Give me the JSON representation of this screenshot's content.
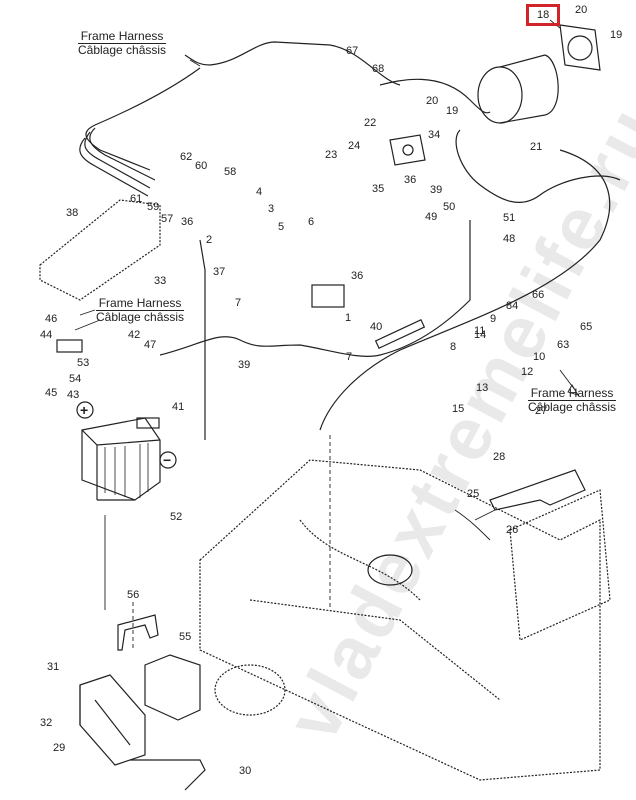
{
  "diagram": {
    "type": "exploded-parts-diagram",
    "subject": "Electrical system — battery, starter, frame harness",
    "highlighted_part": "18",
    "highlight_color": "#d0232a",
    "watermark": "vladextremelife.ru",
    "harness_labels": [
      {
        "line1": "Frame Harness",
        "line2": "Câblage châssis"
      },
      {
        "line1": "Frame Harness",
        "line2": "Câblage châssis"
      },
      {
        "line1": "Frame Harness",
        "line2": "Câblage châssis"
      }
    ],
    "battery_terminals": {
      "positive": "+",
      "negative": "−"
    },
    "part_numbers": [
      "18",
      "20",
      "19",
      "67",
      "68",
      "20",
      "19",
      "22",
      "34",
      "23",
      "24",
      "35",
      "36",
      "21",
      "62",
      "60",
      "58",
      "61",
      "59",
      "4",
      "3",
      "5",
      "57",
      "2",
      "6",
      "38",
      "36",
      "37",
      "33",
      "39",
      "50",
      "51",
      "49",
      "48",
      "36",
      "1",
      "7",
      "40",
      "7",
      "39",
      "66",
      "84",
      "65",
      "9",
      "11",
      "14",
      "8",
      "10",
      "63",
      "12",
      "13",
      "15",
      "46",
      "44",
      "45",
      "42",
      "47",
      "53",
      "54",
      "43",
      "41",
      "52",
      "27",
      "28",
      "25",
      "26",
      "56",
      "55",
      "31",
      "32",
      "29",
      "30"
    ]
  }
}
